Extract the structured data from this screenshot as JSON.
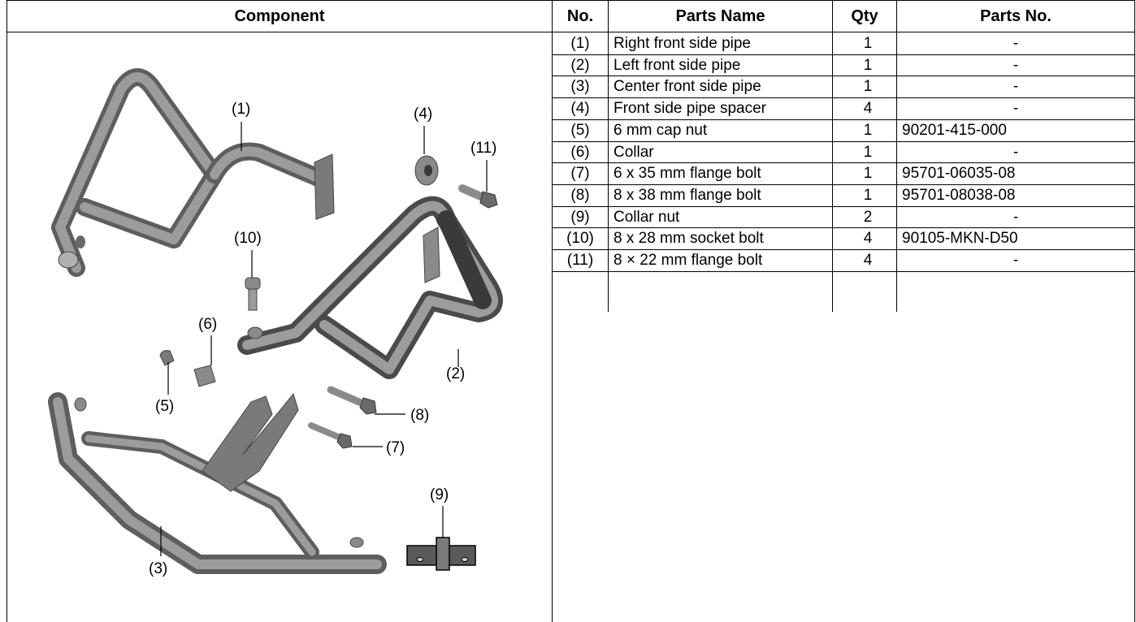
{
  "header": {
    "component": "Component",
    "no": "No.",
    "parts_name": "Parts Name",
    "qty": "Qty",
    "parts_no": "Parts No."
  },
  "parts": [
    {
      "no": "(1)",
      "name": "Right front side pipe",
      "qty": "1",
      "part_no": "-"
    },
    {
      "no": "(2)",
      "name": "Left front side pipe",
      "qty": "1",
      "part_no": "-"
    },
    {
      "no": "(3)",
      "name": "Center front side pipe",
      "qty": "1",
      "part_no": "-"
    },
    {
      "no": "(4)",
      "name": "Front side pipe spacer",
      "qty": "4",
      "part_no": "-"
    },
    {
      "no": "(5)",
      "name": "6 mm cap nut",
      "qty": "1",
      "part_no": "90201-415-000"
    },
    {
      "no": "(6)",
      "name": "Collar",
      "qty": "1",
      "part_no": "-"
    },
    {
      "no": "(7)",
      "name": "6 x 35 mm flange bolt",
      "qty": "1",
      "part_no": "95701-06035-08"
    },
    {
      "no": "(8)",
      "name": "8 x 38 mm flange bolt",
      "qty": "1",
      "part_no": "95701-08038-08"
    },
    {
      "no": "(9)",
      "name": "Collar nut",
      "qty": "2",
      "part_no": "-"
    },
    {
      "no": "(10)",
      "name": "8 x 28 mm socket bolt",
      "qty": "4",
      "part_no": "90105-MKN-D50"
    },
    {
      "no": "(11)",
      "name": "8 × 22 mm flange bolt",
      "qty": "4",
      "part_no": "-"
    }
  ],
  "diagram_labels": {
    "l1": "(1)",
    "l2": "(2)",
    "l3": "(3)",
    "l4": "(4)",
    "l5": "(5)",
    "l6": "(6)",
    "l7": "(7)",
    "l8": "(8)",
    "l9": "(9)",
    "l10": "(10)",
    "l11": "(11)"
  },
  "colors": {
    "pipe": "#8a8a8c",
    "pipe_dark": "#5a5a5c",
    "line": "#000000"
  }
}
